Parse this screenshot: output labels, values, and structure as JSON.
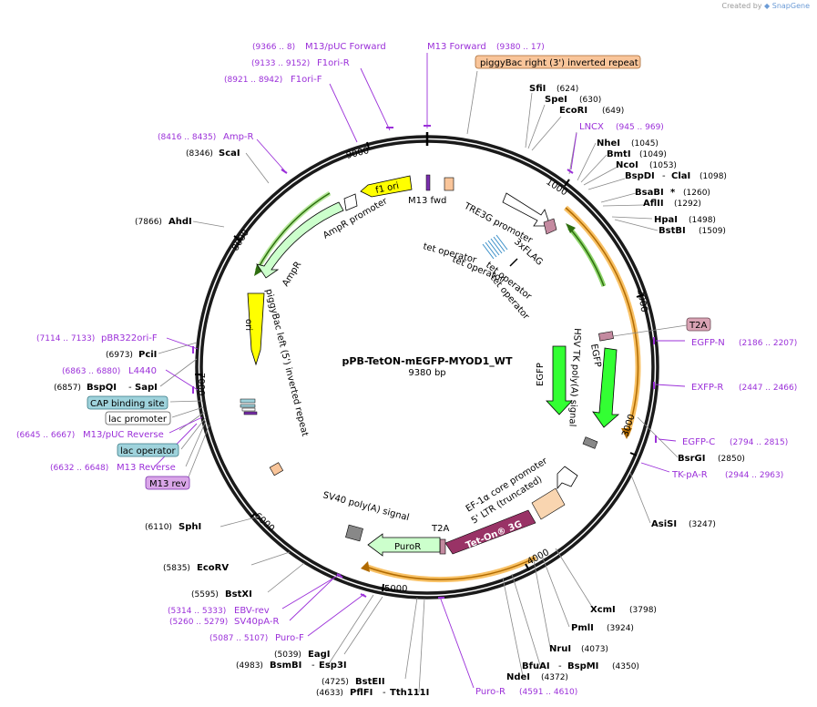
{
  "credit": {
    "prefix": "Created by",
    "brand": "SnapGene"
  },
  "plasmid": {
    "name": "pPB-TetON-mEGFP-MYOD1_WT",
    "size": "9380 bp"
  },
  "ticks": [
    "1000",
    "2000",
    "3000",
    "4000",
    "5000",
    "6000",
    "7000",
    "8000",
    "9000"
  ],
  "right_sites": [
    {
      "name": "SfiI",
      "coord": "(624)"
    },
    {
      "name": "SpeI",
      "coord": "(630)"
    },
    {
      "name": "EcoRI",
      "coord": "(649)"
    },
    {
      "name": "NheI",
      "coord": "(1045)"
    },
    {
      "name": "BmtI",
      "coord": "(1049)"
    },
    {
      "name": "NcoI",
      "coord": "(1053)"
    },
    {
      "name": "BspDI",
      "name2": "ClaI",
      "coord": "(1098)"
    },
    {
      "name": "BsaBI",
      "star": "*",
      "coord": "(1260)"
    },
    {
      "name": "AflII",
      "coord": "(1292)"
    },
    {
      "name": "HpaI",
      "coord": "(1498)"
    },
    {
      "name": "BstBI",
      "coord": "(1509)"
    },
    {
      "name": "BsrGI",
      "coord": "(2850)"
    },
    {
      "name": "AsiSI",
      "coord": "(3247)"
    },
    {
      "name": "XcmI",
      "coord": "(3798)"
    },
    {
      "name": "PmlI",
      "coord": "(3924)"
    },
    {
      "name": "NruI",
      "coord": "(4073)"
    },
    {
      "name": "BfuAI",
      "name2": "BspMI",
      "coord": "(4350)"
    },
    {
      "name": "NdeI",
      "coord": "(4372)"
    }
  ],
  "left_sites": [
    {
      "name": "ScaI",
      "coord": "(8346)"
    },
    {
      "name": "AhdI",
      "coord": "(7866)"
    },
    {
      "name": "PciI",
      "coord": "(6973)"
    },
    {
      "name": "BspQI",
      "name2": "SapI",
      "coord": "(6857)"
    },
    {
      "name": "SphI",
      "coord": "(6110)"
    },
    {
      "name": "EcoRV",
      "coord": "(5835)"
    },
    {
      "name": "BstXI",
      "coord": "(5595)"
    },
    {
      "name": "EagI",
      "coord": "(5039)"
    },
    {
      "name": "BsmBI",
      "name2": "Esp3I",
      "coord": "(4983)"
    },
    {
      "name": "BstEII",
      "coord": "(4725)"
    },
    {
      "name": "PflFI",
      "name2": "Tth111I",
      "coord": "(4633)"
    }
  ],
  "primers": [
    {
      "name": "M13/pUC Forward",
      "coord": "(9366 .. 8)"
    },
    {
      "name": "M13 Forward",
      "coord": "(9380 .. 17)"
    },
    {
      "name": "F1ori-R",
      "coord": "(9133 .. 9152)"
    },
    {
      "name": "F1ori-F",
      "coord": "(8921 .. 8942)"
    },
    {
      "name": "Amp-R",
      "coord": "(8416 .. 8435)"
    },
    {
      "name": "LNCX",
      "coord": "(945 .. 969)"
    },
    {
      "name": "EGFP-N",
      "coord": "(2186 .. 2207)"
    },
    {
      "name": "EXFP-R",
      "coord": "(2447 .. 2466)"
    },
    {
      "name": "EGFP-C",
      "coord": "(2794 .. 2815)"
    },
    {
      "name": "TK-pA-R",
      "coord": "(2944 .. 2963)"
    },
    {
      "name": "pBR322ori-F",
      "coord": "(7114 .. 7133)"
    },
    {
      "name": "L4440",
      "coord": "(6863 .. 6880)"
    },
    {
      "name": "M13/pUC Reverse",
      "coord": "(6645 .. 6667)"
    },
    {
      "name": "M13 Reverse",
      "coord": "(6632 .. 6648)"
    },
    {
      "name": "EBV-rev",
      "coord": "(5314 .. 5333)"
    },
    {
      "name": "SV40pA-R",
      "coord": "(5260 .. 5279)"
    },
    {
      "name": "Puro-F",
      "coord": "(5087 .. 5107)"
    },
    {
      "name": "Puro-R",
      "coord": "(4591 .. 4610)"
    }
  ],
  "boxed": {
    "piggybac_right": "piggyBac right (3') inverted repeat",
    "t2a": "T2A",
    "cap": "CAP binding site",
    "lac_promoter": "lac promoter",
    "lac_operator": "lac operator",
    "m13_rev": "M13 rev"
  },
  "features": {
    "f1_ori": "f1 ori",
    "ampr_promoter": "AmpR promoter",
    "ampr": "AmpR",
    "m13_fwd": "M13 fwd",
    "tre3g": "TRE3G promoter",
    "flag": "3xFLAG",
    "tet1": "tet operator",
    "tet2": "tet operator",
    "tet3": "tet operator",
    "tet4": "tet operator",
    "ori": "ori",
    "pb_left": "piggyBac left (5') inverted repeat",
    "egfp1": "EGFP",
    "egfp2": "EGFP",
    "hsv": "HSV TK poly(A) signal",
    "ef1a": "EF-1α core promoter",
    "ltr": "5' LTR (truncated)",
    "teton": "Tet-On® 3G",
    "t2a": "T2A",
    "sv40": "SV40 poly(A) signal",
    "puror": "PuroR"
  },
  "colors": {
    "primer": "#9b30d9",
    "f1ori": "#ffff00",
    "ampr": "#ccffcc",
    "teton": "#993366",
    "egfp": "#33ff33",
    "puror": "#ccffcc",
    "orange_arc": "#f5a623",
    "green_arc": "#3f8f14",
    "piggybac_box": "#f9c59a",
    "t2a_box": "#d9a3b4",
    "cap_box": "#9fd3dc",
    "m13rev_box": "#d9a6e8"
  }
}
